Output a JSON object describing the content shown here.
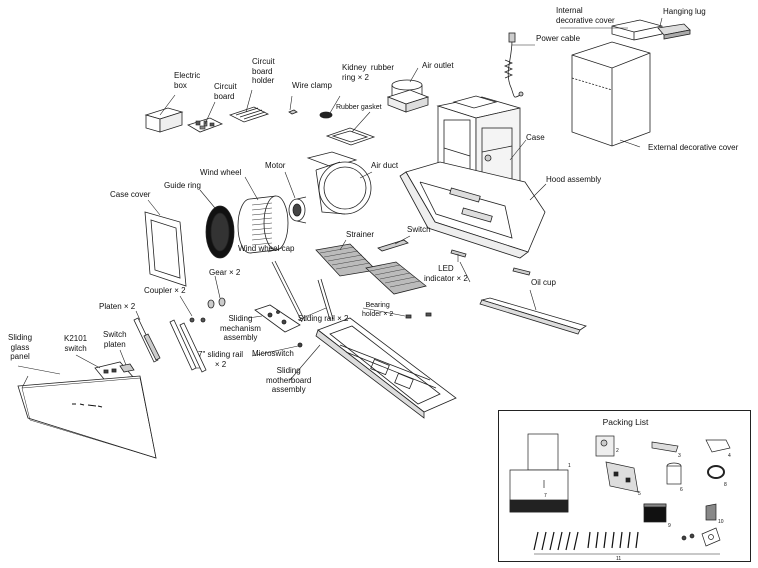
{
  "labels": {
    "internal_decorative_cover": "Internal\ndecorative cover",
    "hanging_lug": "Hanging lug",
    "power_cable": "Power cable",
    "electric_box": "Electric\nbox",
    "circuit_board": "Circuit\nboard",
    "circuit_board_holder": "Circuit\nboard\nholder",
    "wire_clamp": "Wire clamp",
    "kidney_rubber_ring": "Kidney  rubber\nring × 2",
    "air_outlet": "Air outlet",
    "rubber_gasket": "Rubber gasket",
    "case": "Case",
    "external_decorative_cover": "External decorative cover",
    "motor": "Motor",
    "air_duct": "Air duct",
    "wind_wheel": "Wind wheel",
    "guide_ring": "Guide ring",
    "case_cover": "Case cover",
    "hood_assembly": "Hood assembly",
    "wind_wheel_cap": "Wind wheel cap",
    "strainer": "Strainer",
    "switch": "Switch",
    "gear": "Gear × 2",
    "led_indicator": "LED\nindicator × 2",
    "oil_cup": "Oil cup",
    "coupler": "Coupler × 2",
    "platen": "Platen × 2",
    "bearing_holder": "Bearing\nholder × 2",
    "sliding_mechanism_assembly": "Sliding\nmechanism\nassembly",
    "sliding_rail": "Sliding rail × 2",
    "sliding_glass_panel": "Sliding\nglass\npanel",
    "k2101_switch": "K2101\nswitch",
    "switch_platen": "Switch\nplaten",
    "sliding_rail_7": "7\" sliding rail\n× 2",
    "microswitch": "Microswitch",
    "sliding_motherboard_assembly": "Sliding\nmotherboard\nassembly"
  },
  "packing_list": {
    "title": "Packing List",
    "items": [
      "1",
      "2",
      "3",
      "4",
      "5",
      "6",
      "7",
      "8",
      "9",
      "10",
      "11"
    ]
  },
  "colors": {
    "line": "#222222",
    "fill_dark": "#333333",
    "fill_grey": "#bdbdbd",
    "background": "#ffffff"
  }
}
